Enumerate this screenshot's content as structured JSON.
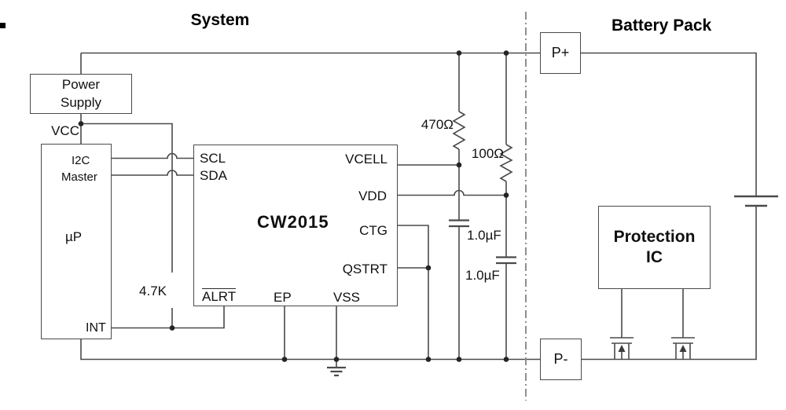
{
  "titles": {
    "system": "System",
    "battery_pack": "Battery Pack"
  },
  "colors": {
    "wire": "#4a4a4a",
    "divider": "#8f8f8f",
    "text": "#101010",
    "background": "#ffffff"
  },
  "blocks": {
    "power_supply": {
      "line1": "Power",
      "line2": "Supply"
    },
    "microprocessor": {
      "sub1": "I2C",
      "sub2": "Master",
      "name": "µP",
      "pin_int": "INT"
    },
    "cw2015": {
      "name": "CW2015",
      "pins": {
        "scl": "SCL",
        "sda": "SDA",
        "vcell": "VCELL",
        "vdd": "VDD",
        "ctg": "CTG",
        "qstrt": "QSTRT",
        "alrt": "ALRT",
        "ep": "EP",
        "vss": "VSS"
      }
    },
    "protection_ic": {
      "line1": "Protection",
      "line2": "IC"
    },
    "p_plus": {
      "label": "P+"
    },
    "p_minus": {
      "label": "P-"
    }
  },
  "nets": {
    "vcc": "VCC"
  },
  "components": {
    "pullup_resistor": {
      "value": "4.7K"
    },
    "vcell_resistor": {
      "value": "470Ω"
    },
    "vdd_resistor": {
      "value": "100Ω"
    },
    "vcell_capacitor": {
      "value": "1.0µF"
    },
    "vdd_capacitor": {
      "value": "1.0µF"
    }
  }
}
